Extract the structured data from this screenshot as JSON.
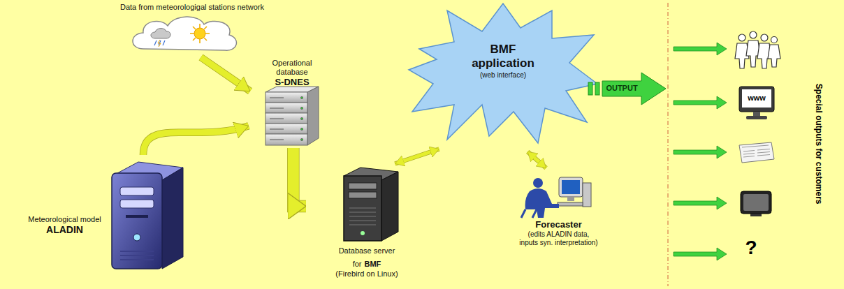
{
  "diagram": {
    "nodes": [
      {
        "text": [
          "Data from meteorologigal stations network"
        ]
      },
      {
        "text": [
          "Meteorological model",
          "ALADIN"
        ]
      },
      {
        "text": [
          "Operational database",
          "S-DNES"
        ]
      },
      {
        "text": [
          "Database server for",
          "BMF",
          "(Firebird on Linux)"
        ]
      },
      {
        "text": [
          "BMF application",
          "(web interface)"
        ]
      },
      {
        "text": [
          "Forecaster",
          "(edits ALADIN data, inputs syn. interpretation)"
        ]
      }
    ],
    "edges": [
      {
        "from": 0,
        "to": 2,
        "arrow": "to"
      },
      {
        "from": 1,
        "to": 2,
        "arrow": "to"
      },
      {
        "from": 2,
        "to": 3,
        "arrow": "to"
      },
      {
        "from": 3,
        "to": 4,
        "arrow": "both"
      },
      {
        "from": 4,
        "to": 5,
        "arrow": "both"
      }
    ],
    "labels": [
      "OUTPUT",
      "www",
      "?",
      "Special outputs for customers"
    ]
  }
}
